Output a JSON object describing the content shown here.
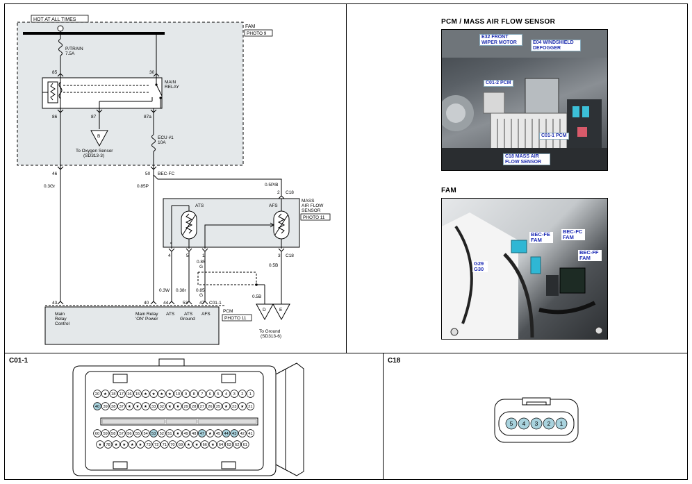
{
  "wiring": {
    "hot_label": "HOT AT ALL TIMES",
    "fam_label": "FAM",
    "fam_photo": "PHOTO 9",
    "fuse1_name": "P/TRAIN",
    "fuse1_amp": "7.5A",
    "pin85": "85",
    "pin30": "30",
    "relay_name_1": "MAIN",
    "relay_name_2": "RELAY",
    "pin86": "86",
    "pin87": "87",
    "pin87a": "87a",
    "conn_b": "B",
    "to_o2_1": "To Oxygen Sensor",
    "to_o2_2": "(SD313-3)",
    "fuse2_name": "ECU #1",
    "fuse2_amp": "10A",
    "pin46": "46",
    "pin50": "50",
    "bec_fc": "BEC-FC",
    "wire_03gr": "0.3Gr",
    "wire_085p": "0.85P",
    "wire_05pb": "0.5P/B",
    "c18_pin2": "2",
    "c18_label": "C18",
    "maf_1": "MASS",
    "maf_2": "AIR FLOW",
    "maf_3": "SENSOR",
    "maf_photo": "PHOTO 11",
    "ats": "ATS",
    "afs": "AFS",
    "pin4": "4",
    "pin5": "5",
    "pin1": "1",
    "pin3": "3",
    "c18_bottom": "C18",
    "wire_085g_a": "0.85",
    "wire_085g_b": "G",
    "wire_05b_a": "0.5B",
    "wire_03w": "0.3W",
    "wire_038r": "0.38r",
    "wire_085g2_a": "0.85",
    "wire_085g2_b": "G",
    "wire_05b_b": "0.5B",
    "pin43": "43",
    "pin40": "40",
    "pin44": "44",
    "pin53": "53",
    "pin47": "47",
    "c01_1": "C01-1",
    "pcm_label": "PCM",
    "pcm_photo": "PHOTO 11",
    "pcm_main_relay_1": "Main",
    "pcm_main_relay_2": "Relay",
    "pcm_main_relay_3": "Control",
    "pcm_on_1": "Main Relay",
    "pcm_on_2": "'ON' Power",
    "pcm_ats": "ATS",
    "pcm_atsg_1": "ATS",
    "pcm_atsg_2": "Ground",
    "pcm_afs": "AFS",
    "conn_d": "D",
    "conn_e": "E",
    "ground_1": "To Ground",
    "ground_2": "(SD313-6)"
  },
  "photos": {
    "pcm_title": "PCM / MASS AIR FLOW SENSOR",
    "pcm_callouts": [
      "E32 FRONT WIPER MOTOR",
      "E04 WINDSHIELD DEFOGGER",
      "C01-2 PCM",
      "C01-1 PCM",
      "C18 MASS AIR FLOW SENSOR"
    ],
    "fam_title": "FAM",
    "fam_callouts": [
      "BEC-FE FAM",
      "BEC-FC FAM",
      "BEC-FF FAM",
      "G29 G30"
    ]
  },
  "connectors": {
    "c011_title": "C01-1",
    "c18_title": "C18",
    "c18_pins": [
      "5",
      "4",
      "3",
      "2",
      "1"
    ],
    "c011_row1": [
      "20",
      "★",
      "18",
      "17",
      "16",
      "15",
      "★",
      "★",
      "★",
      "★",
      "10",
      "9",
      "8",
      "7",
      "6",
      "5",
      "4",
      "3",
      "2",
      "1"
    ],
    "c011_row2": [
      "40",
      "39",
      "38",
      "37",
      "★",
      "★",
      "★",
      "33",
      "32",
      "★",
      "★",
      "29",
      "28",
      "27",
      "26",
      "25",
      "★",
      "23",
      "★",
      "21"
    ],
    "c011_row3": [
      "60",
      "59",
      "58",
      "57",
      "56",
      "55",
      "54",
      "53",
      "52",
      "51",
      "★",
      "49",
      "48",
      "47",
      "★",
      "45",
      "44",
      "43",
      "42",
      "41"
    ],
    "c011_row4": [
      "★",
      "78",
      "★",
      "★",
      "★",
      "★",
      "73",
      "72",
      "71",
      "70",
      "69",
      "★",
      "★",
      "66",
      "★",
      "64",
      "63",
      "62",
      "61"
    ]
  }
}
